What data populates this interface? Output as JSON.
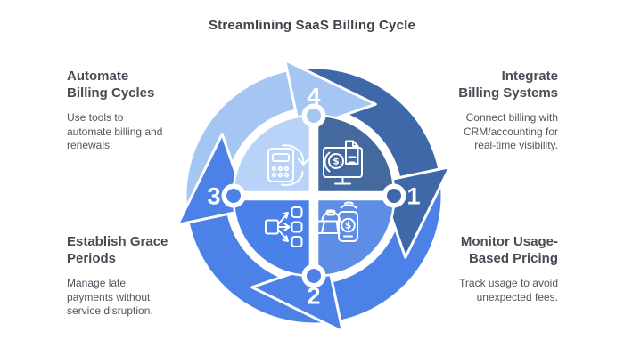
{
  "title": "Streamlining SaaS Billing Cycle",
  "labels": {
    "top_left": {
      "heading": "Automate\nBilling Cycles",
      "description": "Use tools to\nautomate billing and\nrenewals."
    },
    "top_right": {
      "heading": "Integrate\nBilling Systems",
      "description": "Connect billing with\nCRM/accounting for\nreal-time visibility."
    },
    "bottom_left": {
      "heading": "Establish Grace\nPeriods",
      "description": "Manage late\npayments without\nservice disruption."
    },
    "bottom_right": {
      "heading": "Monitor Usage-\nBased Pricing",
      "description": "Track usage to avoid\nunexpected fees."
    }
  },
  "cycle": {
    "arrows": [
      {
        "number": "4",
        "position": "top",
        "color": "#a5c6f3"
      },
      {
        "number": "1",
        "position": "right",
        "color": "#3e68a7"
      },
      {
        "number": "2",
        "position": "bottom",
        "color": "#4c82e8"
      },
      {
        "number": "3",
        "position": "left",
        "color": "#4c82e8"
      }
    ],
    "quadrants": [
      {
        "position": "top-left",
        "icon": "calculator-refresh-icon",
        "color": "#b9d3f8"
      },
      {
        "position": "top-right",
        "icon": "monitor-invoice-icon",
        "color": "#44699e"
      },
      {
        "position": "bottom-left",
        "icon": "distribution-icon",
        "color": "#4a81e9"
      },
      {
        "position": "bottom-right",
        "icon": "bell-phone-payment-icon",
        "color": "#5d8de4"
      }
    ],
    "dollar_sign": "$"
  },
  "palette": {
    "title_text": "#3e434a",
    "heading_text": "#474d55",
    "body_text": "#51575f",
    "number_text": "#ffffff",
    "icon_stroke": "#ffffff",
    "background": "#ffffff"
  }
}
